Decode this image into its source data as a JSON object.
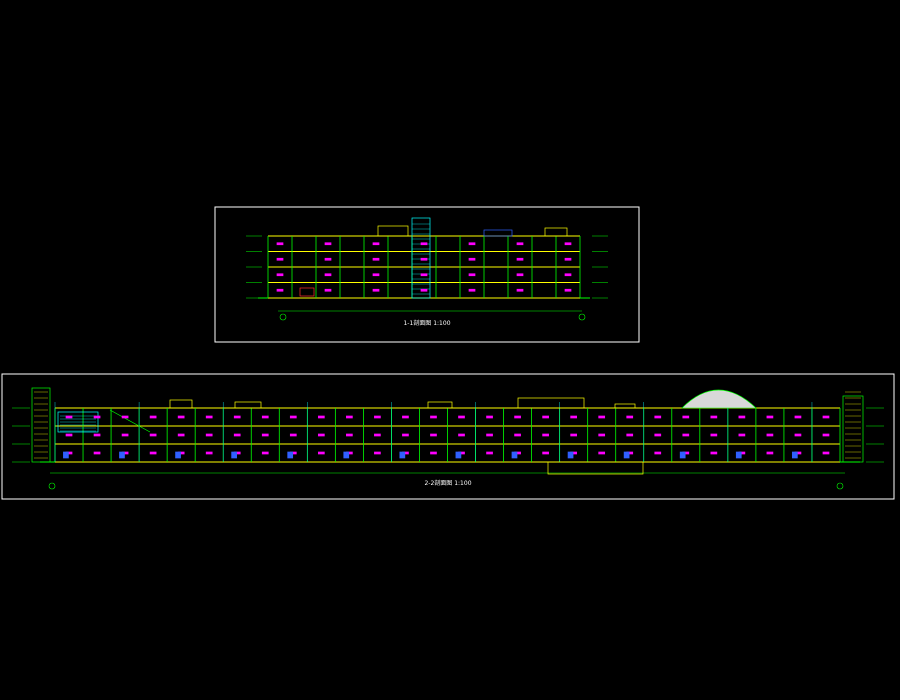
{
  "colors": {
    "background": "#000000",
    "frame": "#ffffff",
    "slab": "#ffff00",
    "wall": "#00ff00",
    "grid": "#00ffff",
    "room_text": "#ff00ff",
    "accent": "#ff3030",
    "glass": "#3060ff",
    "dome": "#d8d8d8"
  },
  "viewport": {
    "mode": "model-space"
  },
  "section_1": {
    "title": "1-1剖面图",
    "scale": "1:100",
    "levels": 4,
    "bays": 13
  },
  "section_2": {
    "title": "2-2剖面图",
    "scale": "1:100",
    "levels": 3,
    "bays": 28
  }
}
